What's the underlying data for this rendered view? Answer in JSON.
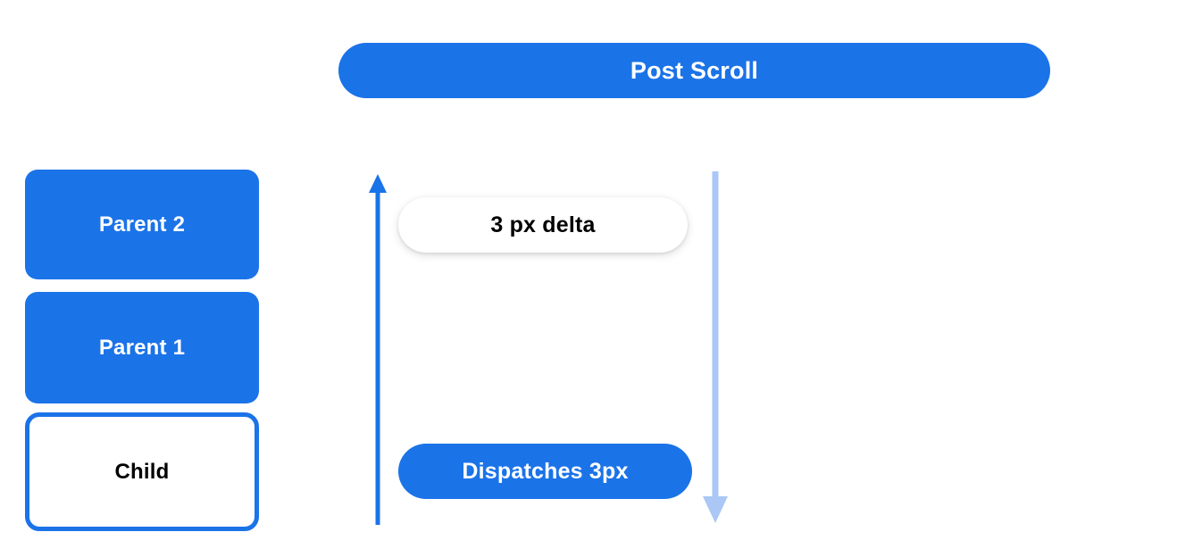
{
  "header": {
    "title": "Post Scroll"
  },
  "element_stack": {
    "boxes": [
      {
        "label": "Parent 2",
        "style": "filled",
        "fill": "#1b73e8",
        "text_color": "#ffffff"
      },
      {
        "label": "Parent 1",
        "style": "filled",
        "fill": "#1b73e8",
        "text_color": "#ffffff"
      },
      {
        "label": "Child",
        "style": "outlined",
        "fill": "#ffffff",
        "border_color": "#1b73e8",
        "text_color": "#000000"
      }
    ]
  },
  "flow": {
    "arrow_up": {
      "name": "bubble-up-arrow",
      "direction": "up",
      "color": "#1b73e8"
    },
    "arrow_down": {
      "name": "scroll-propagation-arrow",
      "direction": "down",
      "color": "#aac7f5"
    },
    "pills": [
      {
        "label": "3 px delta",
        "style": "white",
        "fill": "#ffffff",
        "text_color": "#000000"
      },
      {
        "label": "Dispatches 3px",
        "style": "blue",
        "fill": "#1b73e8",
        "text_color": "#ffffff"
      }
    ]
  },
  "colors": {
    "brand_blue": "#1b73e8",
    "light_blue": "#aac7f5",
    "background": "#ffffff",
    "text_dark": "#000000",
    "text_light": "#ffffff"
  }
}
